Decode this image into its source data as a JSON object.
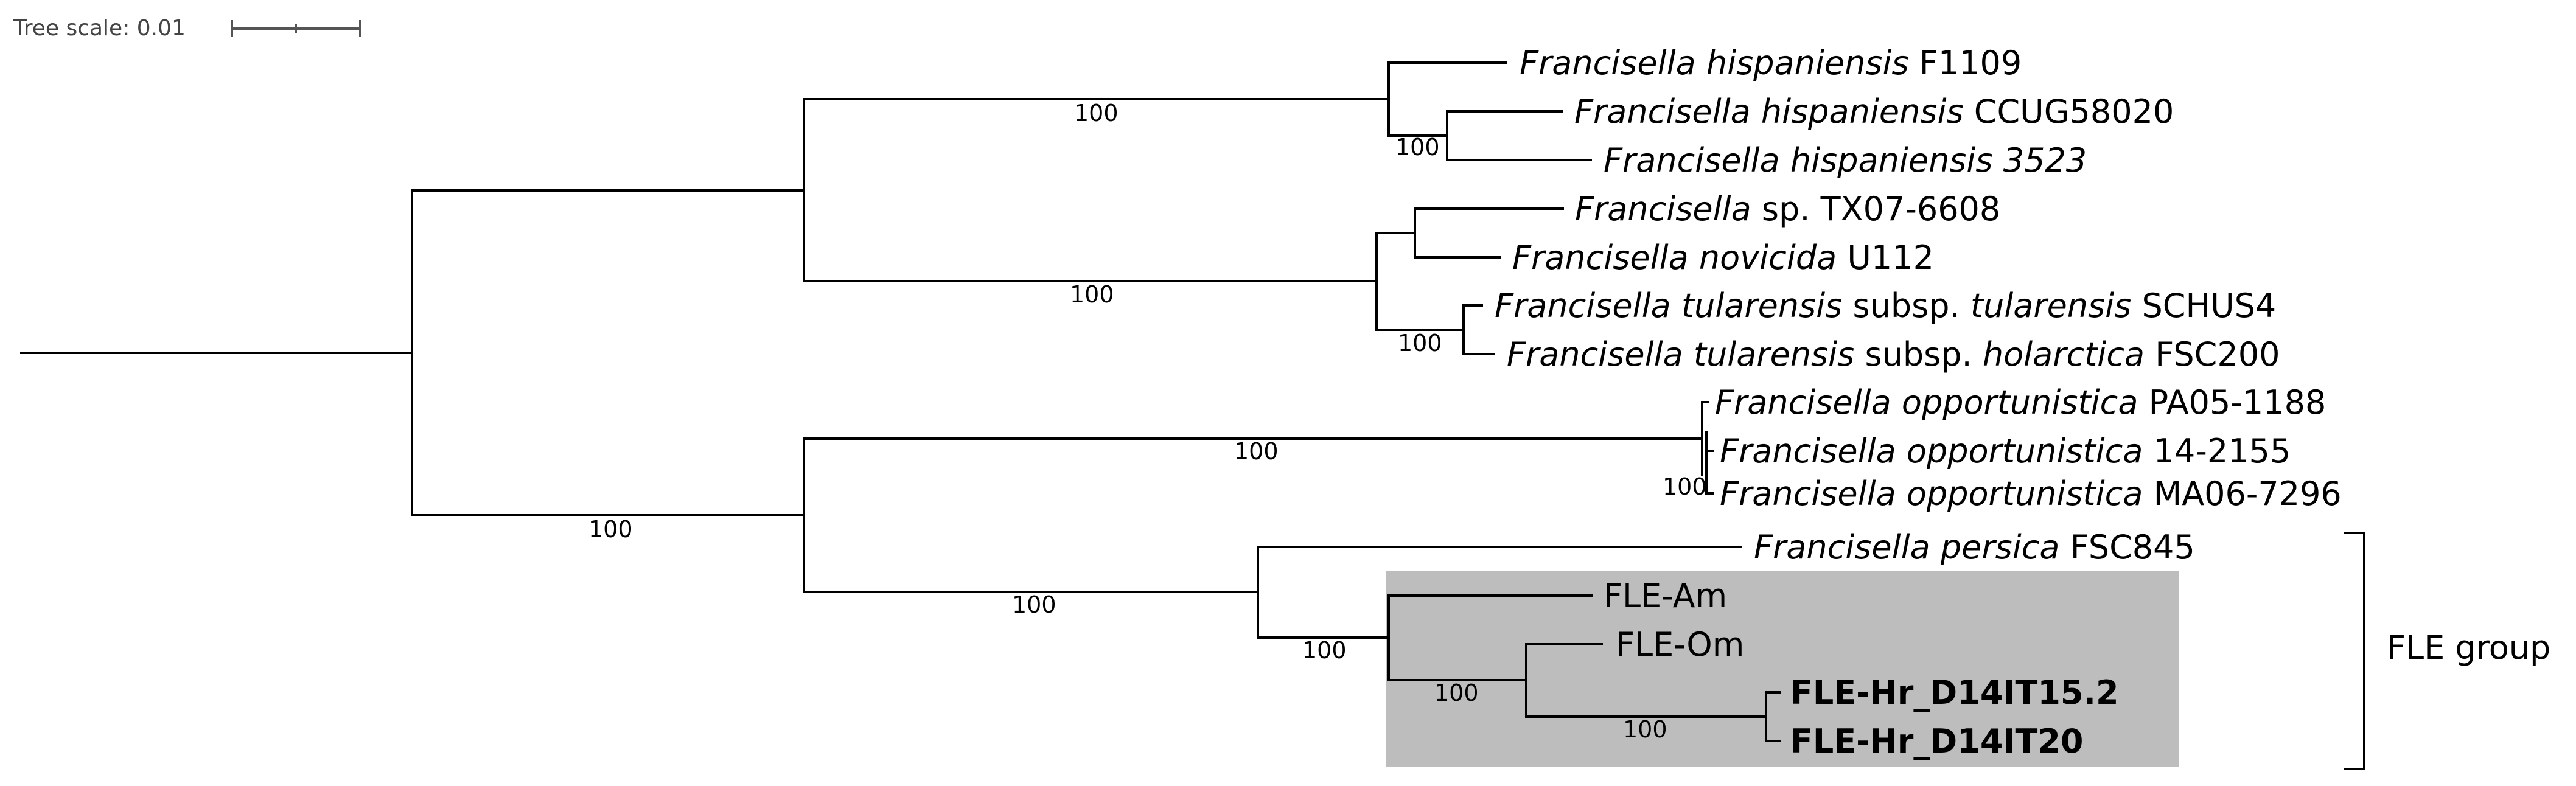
{
  "scale": {
    "label": "Tree scale: 0.01"
  },
  "taxa": {
    "t1": {
      "genus": "Francisella",
      "species": "hispaniensis",
      "strain": "F1109"
    },
    "t2": {
      "genus": "Francisella",
      "species": "hispaniensis",
      "strain": "CCUG58020"
    },
    "t3": {
      "full_italic": "Francisella hispaniensis 3523"
    },
    "t4": {
      "genus": "Francisella",
      "qualifier": "sp.",
      "strain": "TX07-6608"
    },
    "t5": {
      "genus": "Francisella",
      "species": "novicida",
      "strain": "U112"
    },
    "t6": {
      "genus": "Francisella",
      "species": "tularensis",
      "subsp_word": "subsp.",
      "subspecies": "tularensis",
      "strain": "SCHUS4"
    },
    "t7": {
      "genus": "Francisella",
      "species": "tularensis",
      "subsp_word": "subsp.",
      "subspecies": "holarctica",
      "strain": "FSC200"
    },
    "t8": {
      "genus": "Francisella",
      "species": "opportunistica",
      "strain": "PA05-1188"
    },
    "t9": {
      "genus": "Francisella",
      "species": "opportunistica",
      "strain": "14-2155"
    },
    "t10": {
      "genus": "Francisella",
      "species": "opportunistica",
      "strain": "MA06-7296"
    },
    "t11": {
      "genus": "Francisella",
      "species": "persica",
      "strain": "FSC845"
    },
    "t12": {
      "label": "FLE-Am"
    },
    "t13": {
      "label": "FLE-Om"
    },
    "t14": {
      "label": "FLE-Hr_D14IT15.2"
    },
    "t15": {
      "label": "FLE-Hr_D14IT20"
    }
  },
  "bootstrap": {
    "hisp_clade": "100",
    "hisp_inner": "100",
    "tul_clade": "100",
    "tul_inner": "100",
    "opp_clade": "100",
    "opp_inner": "100",
    "lower_clade": "100",
    "persica_fle": "100",
    "fle_group": "100",
    "fle_om_hr": "100",
    "fle_hr": "100"
  },
  "group": {
    "label": "FLE group",
    "highlight_color": "#bdbdbd"
  }
}
